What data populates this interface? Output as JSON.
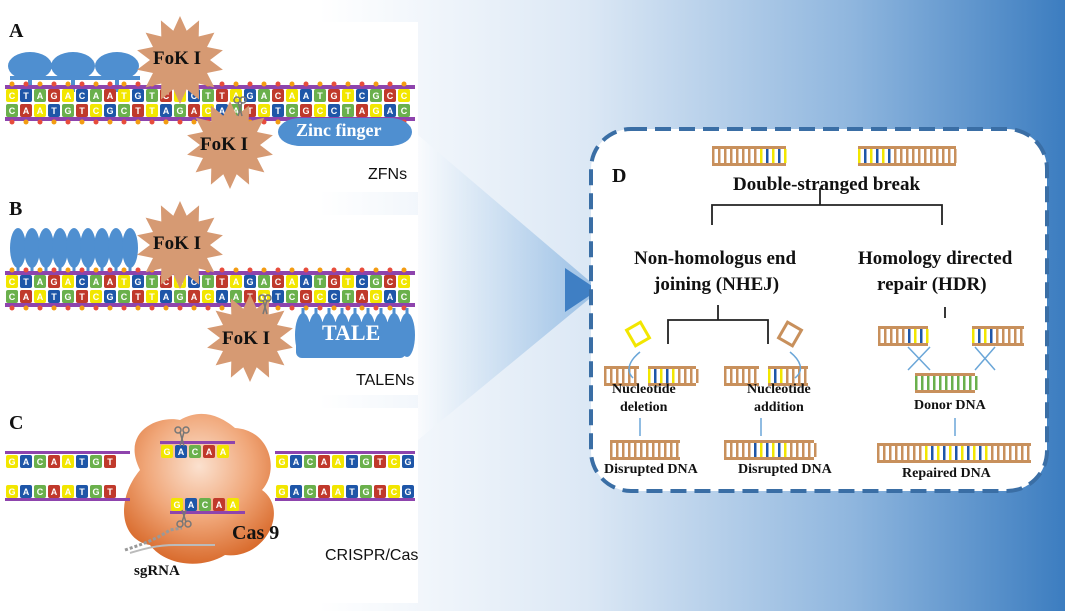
{
  "panels": {
    "A": {
      "letter": "A",
      "enzyme_top": "FoK I",
      "enzyme_bottom": "FoK I",
      "domain_label": "Zinc finger",
      "tech_label": "ZFNs"
    },
    "B": {
      "letter": "B",
      "enzyme_top": "FoK I",
      "enzyme_bottom": "FoK I",
      "domain_label": "TALE",
      "tech_label": "TALENs"
    },
    "C": {
      "letter": "C",
      "protein_label": "Cas 9",
      "guide_label": "sgRNA",
      "tech_label": "CRISPR/Cas"
    },
    "D": {
      "letter": "D",
      "title": "Double-stranged break",
      "nhej_title_line1": "Non-homologus end",
      "nhej_title_line2": "joining (NHEJ)",
      "hdr_title_line1": "Homology directed",
      "hdr_title_line2": "repair (HDR)",
      "deletion_line1": "Nucleotide",
      "deletion_line2": "deletion",
      "addition_line1": "Nucleotide",
      "addition_line2": "addition",
      "disrupted_1": "Disrupted DNA",
      "disrupted_2": "Disrupted DNA",
      "donor": "Donor DNA",
      "repaired": "Repaired  DNA"
    }
  },
  "colors": {
    "protein_blue": "#4f8fd0",
    "fok_brown": "#d69a73",
    "cas9": "#e07a45",
    "dashed_border": "#3a6ea5",
    "strand_tan": "#c8905c",
    "base_yellow": "#f2e600",
    "base_blue": "#1e56a8",
    "base_green": "#6ab04c"
  }
}
